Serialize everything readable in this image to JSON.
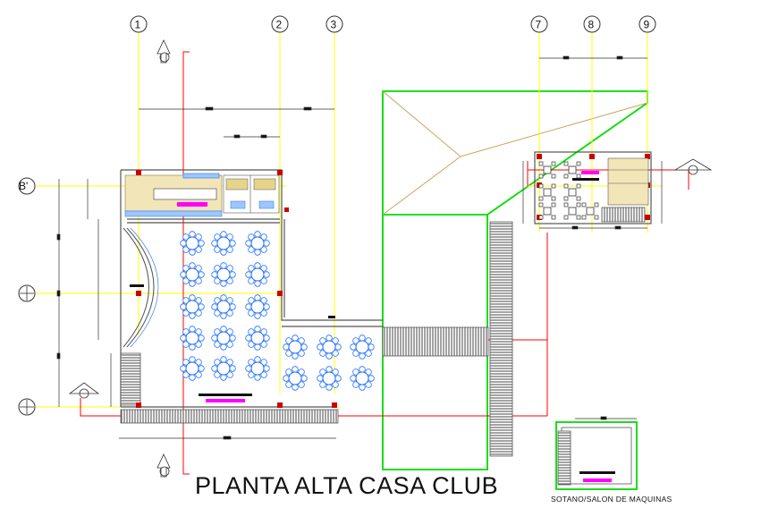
{
  "title": "PLANTA ALTA CASA CLUB",
  "subtitle": "SOTANO/SALON DE MAQUINAS",
  "grid_axes": {
    "columns": [
      "1",
      "2",
      "3",
      "7",
      "8",
      "9"
    ],
    "row_label": "B'"
  },
  "colors": {
    "axis_line": "#ffff00",
    "wall": "#555555",
    "section_marker": "#ff0000",
    "furniture": "#1e6fff",
    "roof_outline": "#00dd00",
    "roof_ridge": "#d2a05a",
    "tag": "#ff00ff",
    "stair_hatch": "#444444",
    "tile_hatch": "#c8a246"
  },
  "icons": [
    "north-arrow-icon",
    "section-marker-icon",
    "axis-bubble-icon"
  ]
}
